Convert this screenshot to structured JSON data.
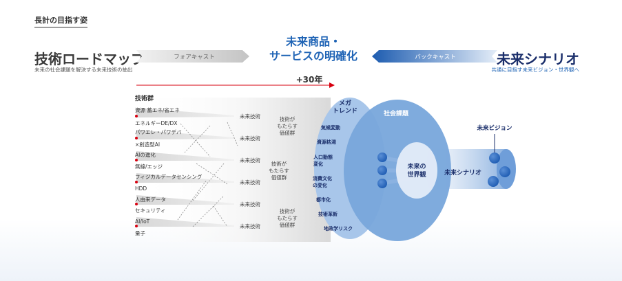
{
  "section_label": "長計の目指す姿",
  "roadmap": {
    "title": "技術ロードマップ",
    "subtitle": "未来の社会課題を解決する未来技術の抽出"
  },
  "forecast_label": "フォアキャスト",
  "center_title": {
    "line1": "未来商品・",
    "line2": "サービスの明確化"
  },
  "backcast_label": "バックキャスト",
  "scenario": {
    "title": "未来シナリオ",
    "subtitle": "共通に目指す未来ビジョン・世界観へ"
  },
  "timeline_label": "+30年",
  "tech_group_header": "技術群",
  "tech_items": [
    "資源 蓄エネ/省エネ",
    "エネルギーDE/DX",
    "パワエレ・パワデバ",
    "×創造型AI",
    "AIの進化",
    "無線/エッジ",
    "フィジカルデータセンシング",
    "HDD",
    "人由来データ",
    "セキュリティ",
    "AI/IoT",
    "量子"
  ],
  "future_tech_label": "未来技術",
  "value_group": {
    "line1": "技術が",
    "line2": "もたらす",
    "line3": "価値群"
  },
  "mega_trend": {
    "title_line1": "メガ",
    "title_line2": "トレンド",
    "items": [
      {
        "line1": "気候変動"
      },
      {
        "line1": "資源枯渇"
      },
      {
        "line1": "人口動態",
        "line2": "変化"
      },
      {
        "line1": "消費文化",
        "line2": "の変化"
      },
      {
        "line1": "都市化"
      },
      {
        "line1": "技術革新"
      },
      {
        "line1": "地政学リスク"
      }
    ]
  },
  "social_issues_label": "社会課題",
  "worldview": {
    "line1": "未来の",
    "line2": "世界観"
  },
  "future_scenario_label": "未来シナリオ",
  "future_vision_label": "未来ビジョン",
  "colors": {
    "accent_red": "#d7000f",
    "brand_blue": "#1e63b5",
    "navy": "#1b2f6b",
    "backcast_blue": "#1f5fb0",
    "forecast_gray": "#d0d0d0"
  }
}
